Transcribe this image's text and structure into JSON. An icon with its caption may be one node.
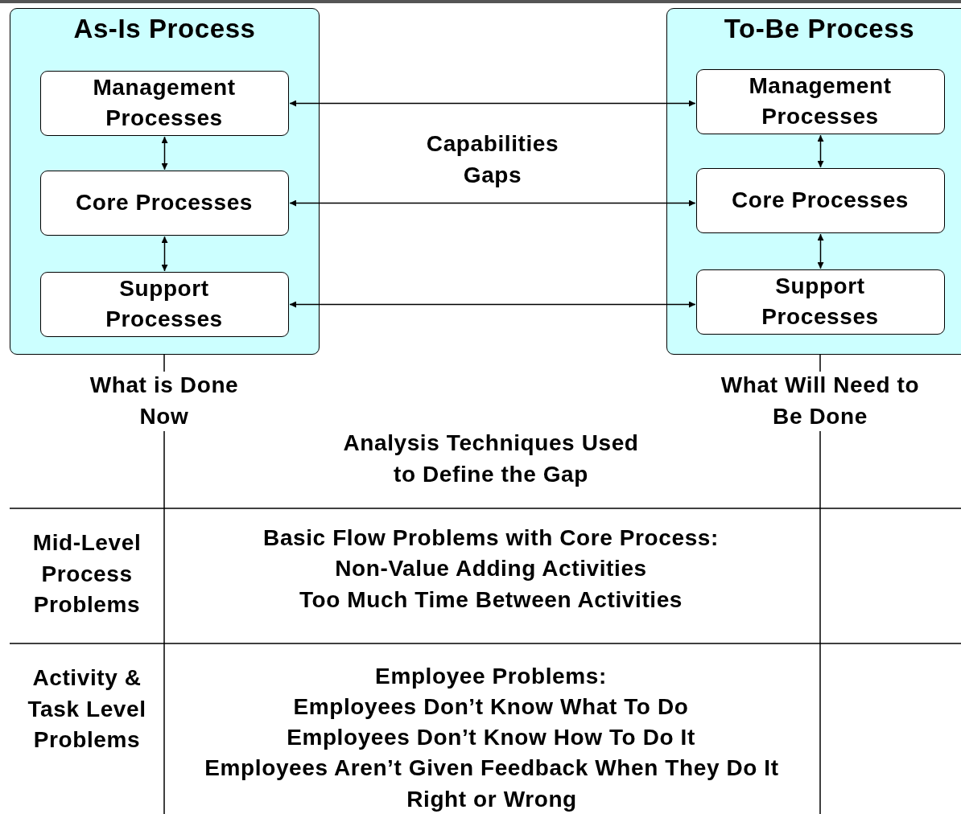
{
  "diagram": {
    "nodes": [
      {
        "text": [
          "As-Is Process"
        ]
      },
      {
        "text": [
          "Management Processes"
        ],
        "in": 0
      },
      {
        "text": [
          "Core Processes"
        ],
        "in": 0
      },
      {
        "text": [
          "Support Processes"
        ],
        "in": 0
      },
      {
        "text": [
          "To-Be Process"
        ]
      },
      {
        "text": [
          "Management Processes"
        ],
        "in": 4
      },
      {
        "text": [
          "Core Processes"
        ],
        "in": 4
      },
      {
        "text": [
          "Support Processes"
        ],
        "in": 4
      }
    ],
    "edges": [
      {
        "from": 1,
        "to": 2,
        "arrow": "both"
      },
      {
        "from": 2,
        "to": 3,
        "arrow": "both"
      },
      {
        "from": 5,
        "to": 6,
        "arrow": "both"
      },
      {
        "from": 6,
        "to": 7,
        "arrow": "both"
      },
      {
        "from": 1,
        "to": 5,
        "arrow": "both"
      },
      {
        "from": 2,
        "to": 6,
        "arrow": "both"
      },
      {
        "from": 3,
        "to": 7,
        "arrow": "both"
      }
    ],
    "labels": [
      "Capabilities Gaps",
      "What is Done Now",
      "What Will Need to Be Done",
      "Analysis Techniques Used to Define the Gap",
      "Mid-Level Process Problems",
      "Basic Flow Problems with Core Process:",
      "Non-Value Adding Activities",
      "Too Much Time Between Activities",
      "Activity & Task Level Problems",
      "Employee Problems:",
      "Employees Don’t Know What To Do",
      "Employees Don’t Know How To Do It",
      "Employees Aren’t Given Feedback When They Do It Right or Wrong"
    ]
  }
}
